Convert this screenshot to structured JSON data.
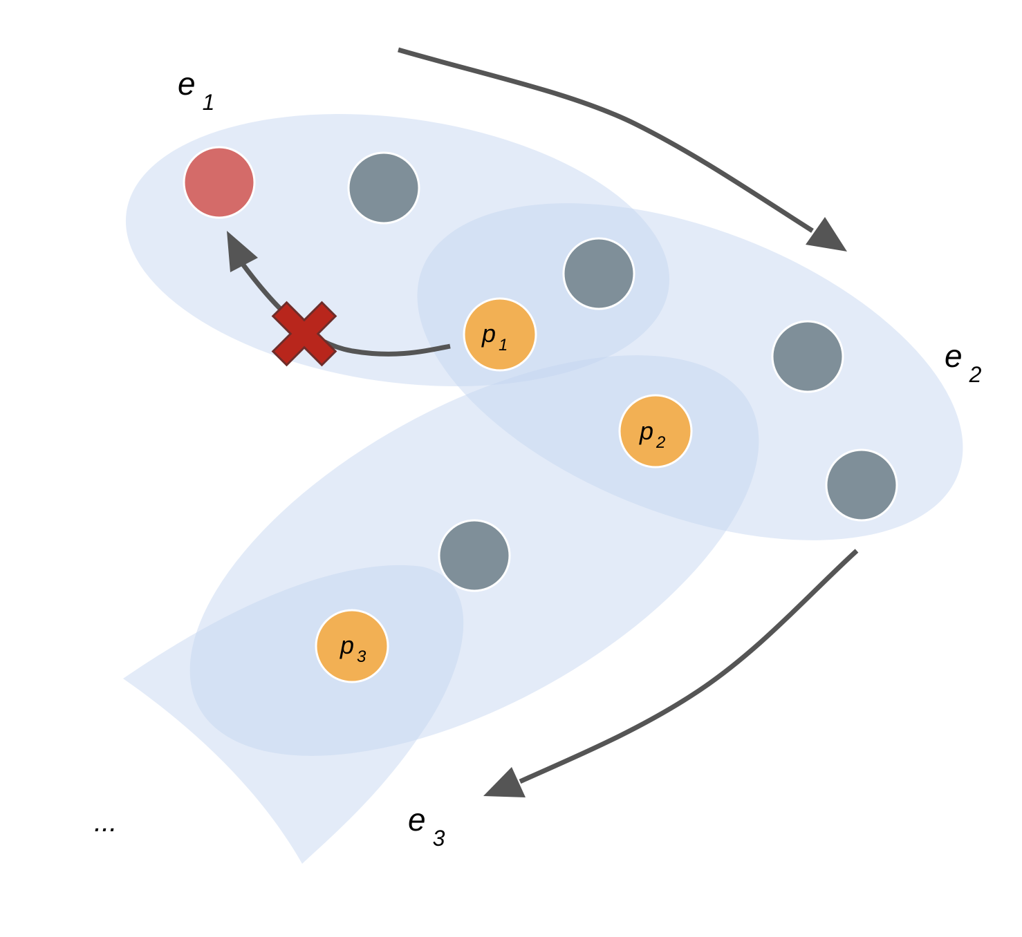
{
  "hyperedges": [
    {
      "id": "e1",
      "base": "e",
      "sub": "1"
    },
    {
      "id": "e2",
      "base": "e",
      "sub": "2"
    },
    {
      "id": "e3",
      "base": "e",
      "sub": "3"
    }
  ],
  "path_nodes": [
    {
      "id": "p1",
      "base": "p",
      "sub": "1"
    },
    {
      "id": "p2",
      "base": "p",
      "sub": "2"
    },
    {
      "id": "p3",
      "base": "p",
      "sub": "3"
    }
  ],
  "continuation": "...",
  "colors": {
    "hyperedge_fill": "#c5d5f0",
    "node_gray": "#7f8f99",
    "node_red": "#d46b69",
    "node_orange": "#f2b054",
    "arrow": "#555555",
    "cross": "#b8261c"
  }
}
